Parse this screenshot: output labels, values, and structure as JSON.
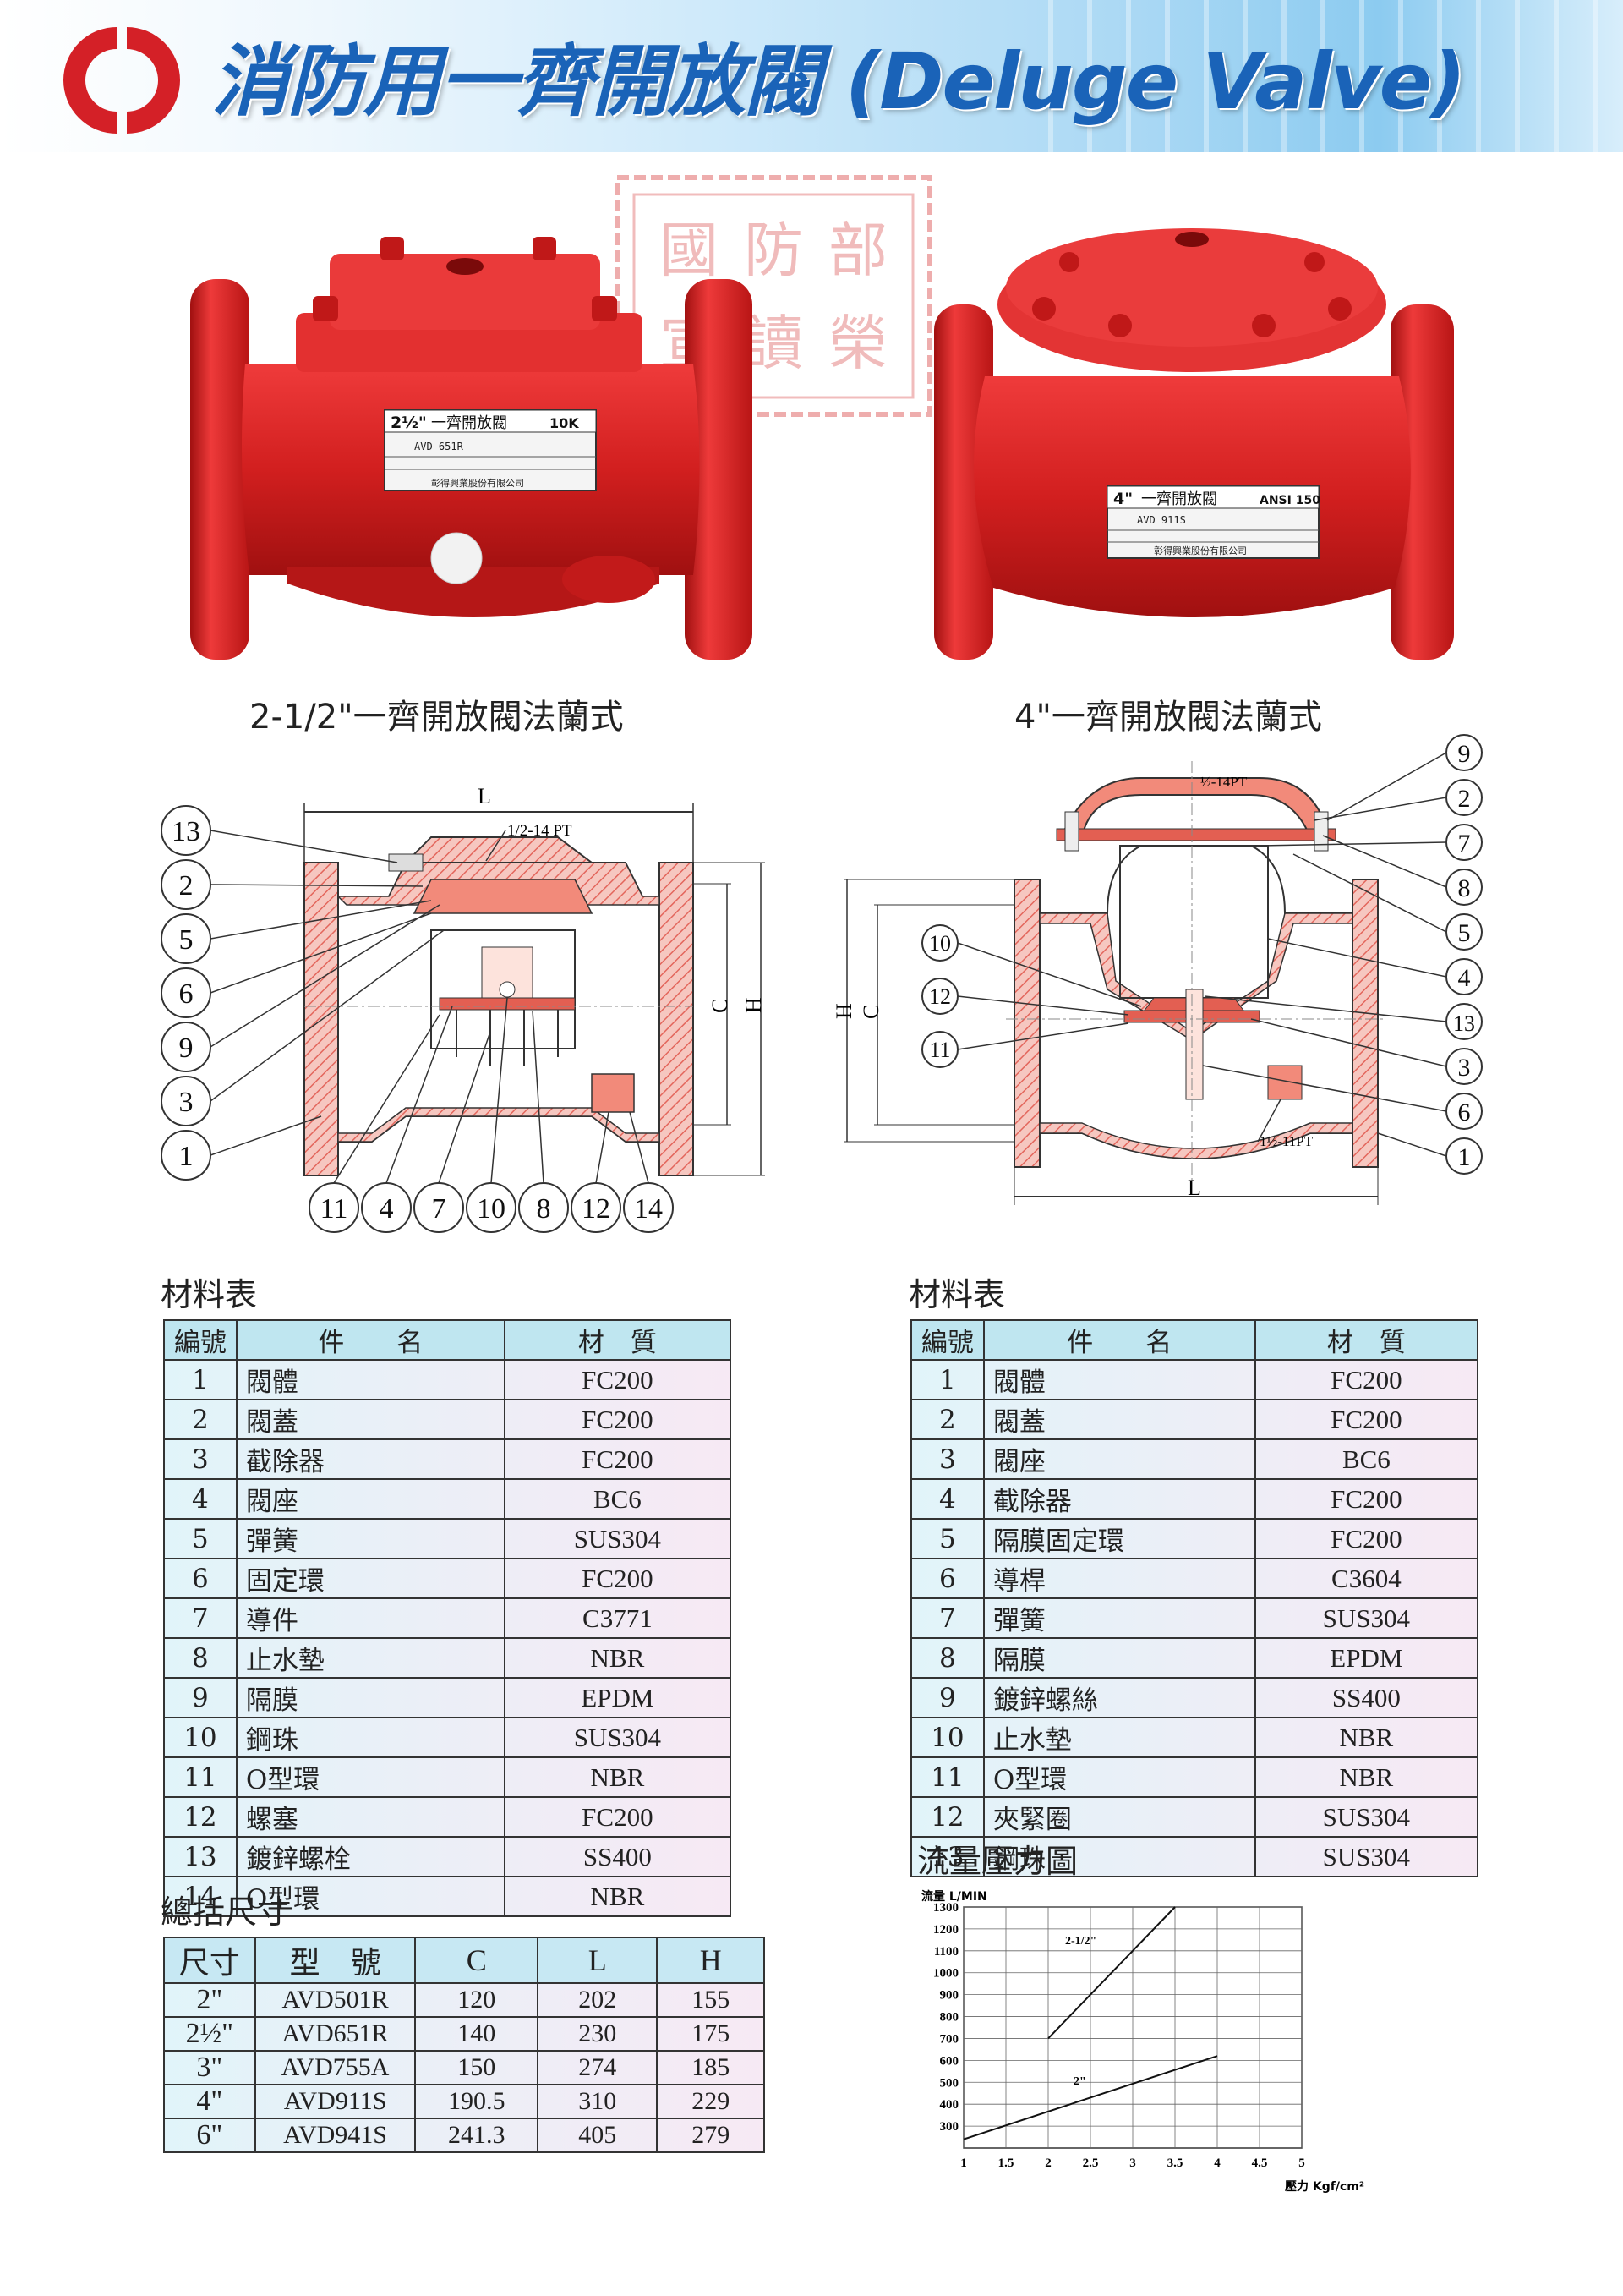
{
  "header": {
    "title": "消防用一齊開放閥 (Deluge Valve)",
    "logo_color": "#d42027",
    "title_color": "#1a63b8"
  },
  "seal": {
    "text": "國防部宣讀榮耀"
  },
  "products": [
    {
      "caption": "2-1/2\"一齊開放閥法蘭式",
      "plate_size": "2½\"",
      "plate_title": "一齊開放閥",
      "plate_rating": "10K",
      "plate_model": "AVD 651R",
      "plate_company": "彰得興業股份有限公司"
    },
    {
      "caption": "4\"一齊開放閥法蘭式",
      "plate_size": "4\"",
      "plate_title": "一齊開放閥",
      "plate_rating": "ANSI 150",
      "plate_model": "AVD 911S",
      "plate_company": "彰得興業股份有限公司"
    }
  ],
  "diagram_left": {
    "labels": {
      "L": "L",
      "C": "C",
      "H": "H",
      "port": "1/2-14 PT"
    },
    "left_callouts": [
      "13",
      "2",
      "5",
      "6",
      "9",
      "3",
      "1"
    ],
    "bottom_callouts": [
      "11",
      "4",
      "7",
      "10",
      "8",
      "12",
      "14"
    ]
  },
  "diagram_right": {
    "labels": {
      "L": "L",
      "C": "C",
      "H": "H",
      "port_top": "½-14PT",
      "port_bottom": "1½-11PT"
    },
    "right_callouts": [
      "9",
      "2",
      "7",
      "8",
      "5",
      "4",
      "13",
      "3",
      "6",
      "1"
    ],
    "left_callouts": [
      "10",
      "12",
      "11"
    ]
  },
  "material_left": {
    "title": "材料表",
    "headers": [
      "編號",
      "件　　名",
      "材　質"
    ],
    "rows": [
      [
        "1",
        "閥體",
        "FC200"
      ],
      [
        "2",
        "閥蓋",
        "FC200"
      ],
      [
        "3",
        "截除器",
        "FC200"
      ],
      [
        "4",
        "閥座",
        "BC6"
      ],
      [
        "5",
        "彈簧",
        "SUS304"
      ],
      [
        "6",
        "固定環",
        "FC200"
      ],
      [
        "7",
        "導件",
        "C3771"
      ],
      [
        "8",
        "止水墊",
        "NBR"
      ],
      [
        "9",
        "隔膜",
        "EPDM"
      ],
      [
        "10",
        "鋼珠",
        "SUS304"
      ],
      [
        "11",
        "O型環",
        "NBR"
      ],
      [
        "12",
        "螺塞",
        "FC200"
      ],
      [
        "13",
        "鍍鋅螺栓",
        "SS400"
      ],
      [
        "14",
        "O型環",
        "NBR"
      ]
    ]
  },
  "material_right": {
    "title": "材料表",
    "headers": [
      "編號",
      "件　　名",
      "材　質"
    ],
    "rows": [
      [
        "1",
        "閥體",
        "FC200"
      ],
      [
        "2",
        "閥蓋",
        "FC200"
      ],
      [
        "3",
        "閥座",
        "BC6"
      ],
      [
        "4",
        "截除器",
        "FC200"
      ],
      [
        "5",
        "隔膜固定環",
        "FC200"
      ],
      [
        "6",
        "導桿",
        "C3604"
      ],
      [
        "7",
        "彈簧",
        "SUS304"
      ],
      [
        "8",
        "隔膜",
        "EPDM"
      ],
      [
        "9",
        "鍍鋅螺絲",
        "SS400"
      ],
      [
        "10",
        "止水墊",
        "NBR"
      ],
      [
        "11",
        "O型環",
        "NBR"
      ],
      [
        "12",
        "夾緊圈",
        "SUS304"
      ],
      [
        "13",
        "鋼珠",
        "SUS304"
      ]
    ]
  },
  "dimensions": {
    "title": "總括尺寸",
    "headers": [
      "尺寸",
      "型　號",
      "C",
      "L",
      "H"
    ],
    "rows": [
      [
        "2\"",
        "AVD501R",
        "120",
        "202",
        "155"
      ],
      [
        "2½\"",
        "AVD651R",
        "140",
        "230",
        "175"
      ],
      [
        "3\"",
        "AVD755A",
        "150",
        "274",
        "185"
      ],
      [
        "4\"",
        "AVD911S",
        "190.5",
        "310",
        "229"
      ],
      [
        "6\"",
        "AVD941S",
        "241.3",
        "405",
        "279"
      ]
    ]
  },
  "flow_chart": {
    "title": "流量壓力圖",
    "chart_data": {
      "type": "line",
      "title": "流量壓力圖",
      "ylabel": "流量 L/MIN",
      "xlabel": "壓力 Kgf/cm²",
      "xlim": [
        1,
        5
      ],
      "ylim": [
        200,
        1300
      ],
      "x_ticks": [
        "1",
        "1.5",
        "2",
        "2.5",
        "3",
        "3.5",
        "4",
        "4.5",
        "5"
      ],
      "y_ticks": [
        "1300",
        "1200",
        "1100",
        "1000",
        "900",
        "800",
        "700",
        "600",
        "500",
        "400",
        "300"
      ],
      "grid": true,
      "series": [
        {
          "name": "2-1/2\"",
          "points": [
            [
              2,
              700
            ],
            [
              3.5,
              1300
            ]
          ]
        },
        {
          "name": "2\"",
          "points": [
            [
              1,
              240
            ],
            [
              4,
              620
            ]
          ]
        }
      ]
    }
  }
}
